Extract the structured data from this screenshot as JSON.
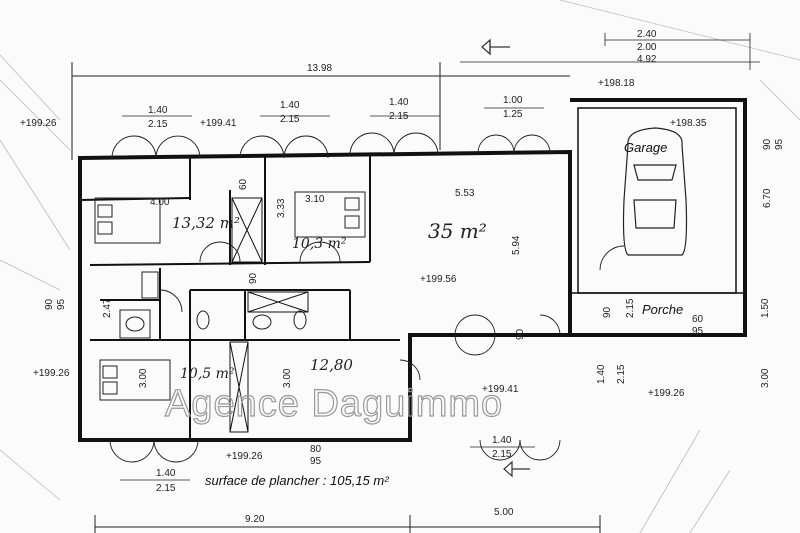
{
  "plan": {
    "surface_text": "surface de plancher : 105,15 m²",
    "watermark": "Agence Daguimmo",
    "rooms": {
      "living": "35 m²",
      "bed1": "13,32 m²",
      "bed2": "10,3 m²",
      "bed3": "10,5 m²",
      "hall": "12,80",
      "garage": "Garage",
      "porche": "Porche"
    },
    "levels": {
      "l1": "+199.26",
      "l2": "+199.41",
      "l3": "+198.18",
      "l4": "+198.35",
      "l5": "+199.56",
      "l6": "+199.26",
      "l7": "+199.41",
      "l8": "+199.26",
      "l9": "+199.26"
    },
    "dims": {
      "top_total": "13.98",
      "d240": "2.40",
      "d200": "2.00",
      "d492": "4.92",
      "w1_a": "1.40",
      "w1_b": "2.15",
      "w2_a": "1.40",
      "w2_b": "2.15",
      "w3_a": "1.40",
      "w3_b": "2.15",
      "w4_a": "1.00",
      "w4_b": "1.25",
      "bot1_a": "1.40",
      "bot1_b": "2.15",
      "bot2_a": "1.40",
      "bot2_b": "2.15",
      "d400": "4.00",
      "d310": "3.10",
      "d553": "5.53",
      "d333": "3.33",
      "d594": "5.94",
      "d670": "6.70",
      "d150": "1.50",
      "d300r": "3.00",
      "d90r": "90",
      "d95r": "95",
      "d90l": "90",
      "d95l": "95",
      "d247": "2.47",
      "d300a": "3.00",
      "d300b": "3.00",
      "d80": "80",
      "d95b": "95",
      "por90": "90",
      "por215": "2.15",
      "por60": "60",
      "por95": "95",
      "r140": "1.40",
      "r215": "2.15",
      "d920": "9.20",
      "d500": "5.00",
      "d60": "60",
      "d90m": "90",
      "d90n": "90"
    }
  }
}
